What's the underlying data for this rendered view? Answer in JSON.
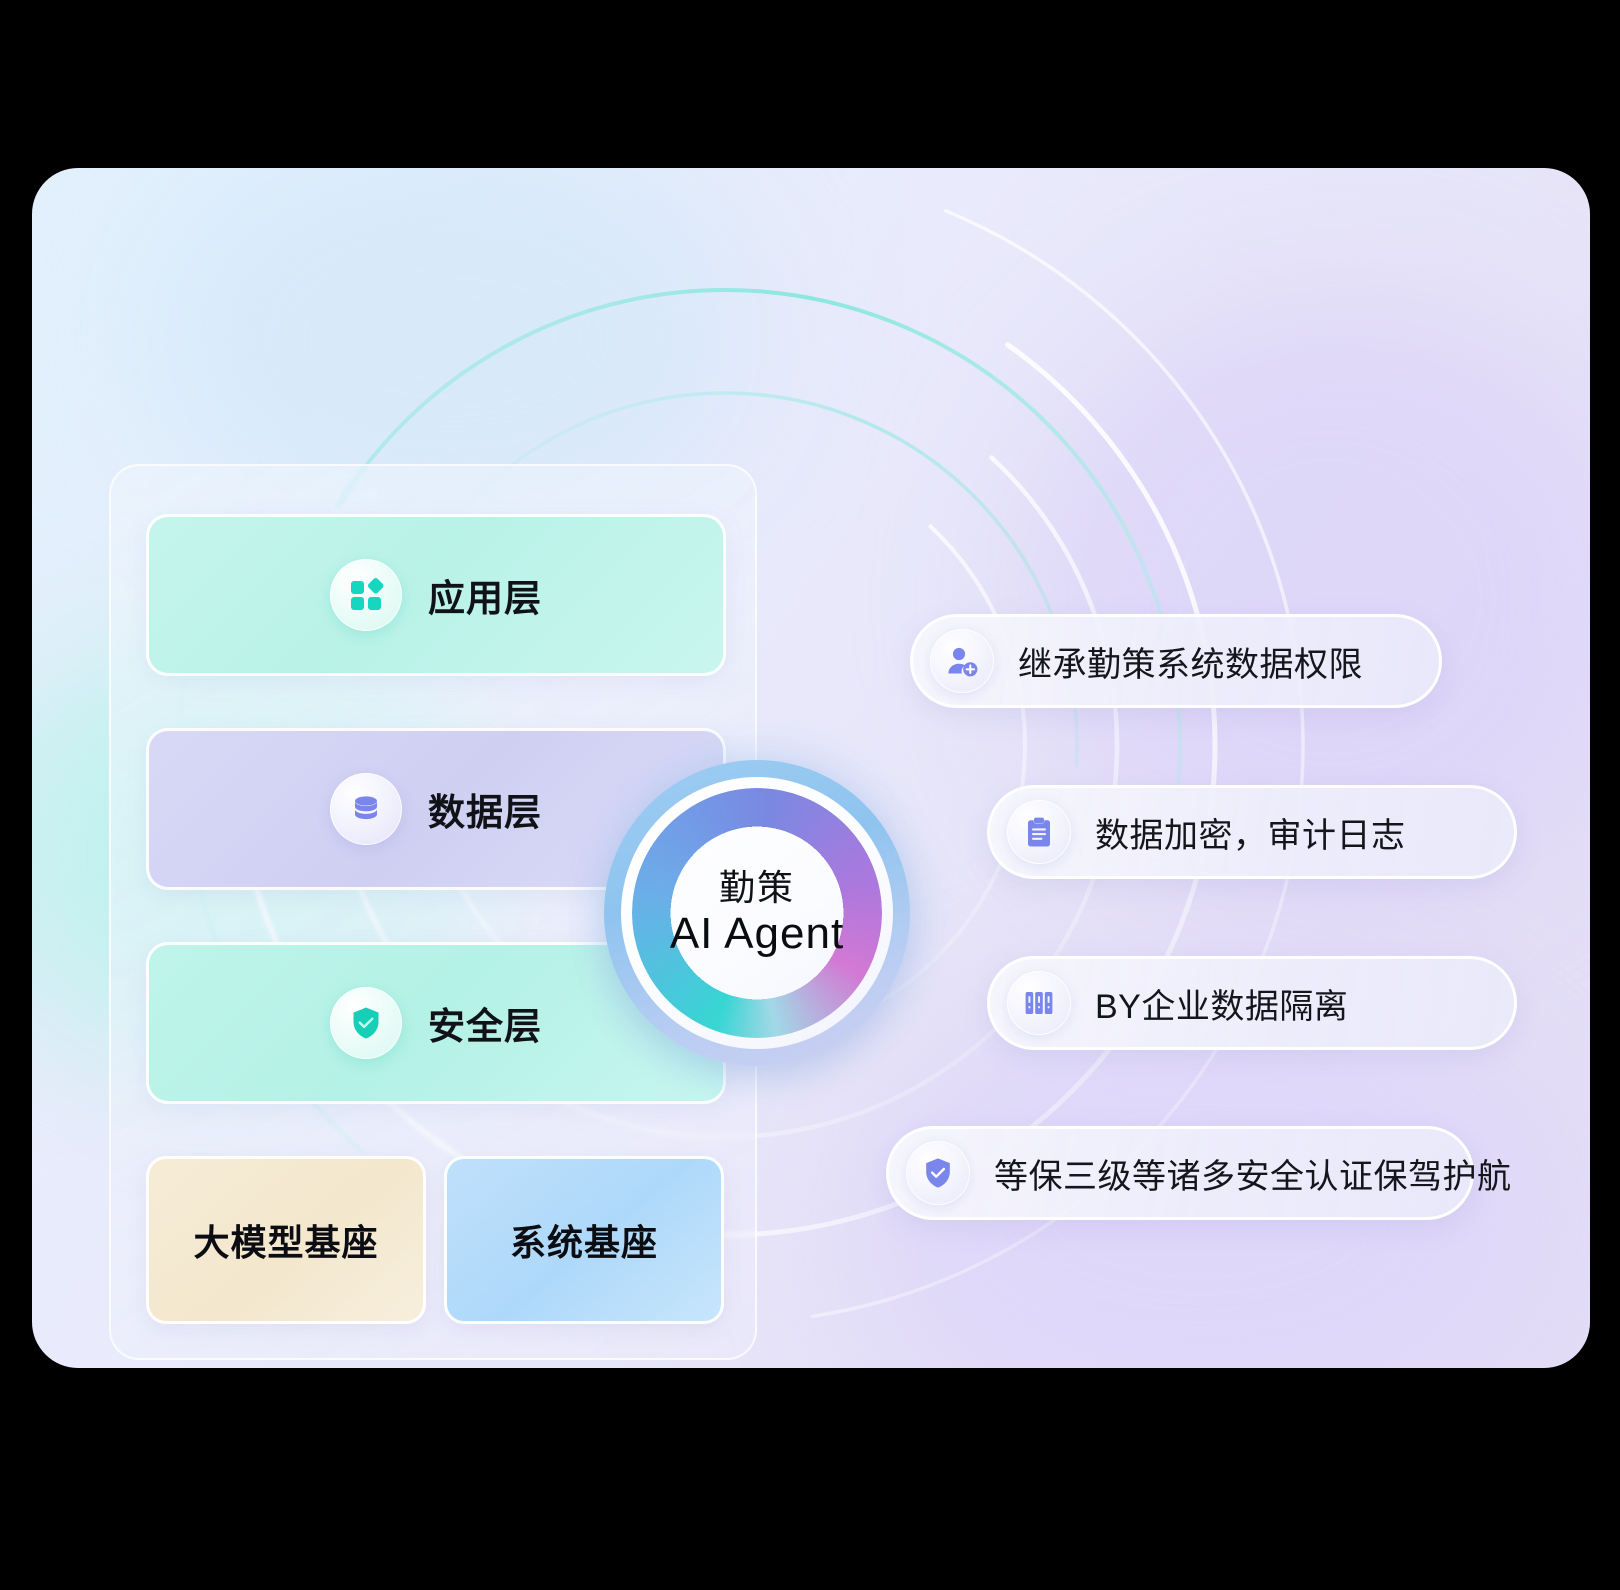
{
  "palette": {
    "page_background": "#000000",
    "card_blue": "#e4f0fb",
    "card_lavender": "#e3dcf6",
    "accent_teal": "#18d4bd",
    "accent_periwinkle": "#7b86ec",
    "cream": "#f3e7cd",
    "sky": "#aed8fa",
    "hub_ring_blue": "#8ec4ef",
    "text_dark": "#111217"
  },
  "hub": {
    "name": "center-hub",
    "title_cn": "勤策",
    "title_en": "AI Agent"
  },
  "architecture": {
    "panel_name": "architecture-stack-panel",
    "layers": [
      {
        "id": "application",
        "label": "应用层",
        "icon": "grid-apps-icon",
        "theme": "teal"
      },
      {
        "id": "data",
        "label": "数据层",
        "icon": "database-icon",
        "theme": "lavender"
      },
      {
        "id": "security",
        "label": "安全层",
        "icon": "shield-check-icon",
        "theme": "teal"
      }
    ],
    "foundations": [
      {
        "id": "large-model-base",
        "label": "大模型基座",
        "theme": "cream"
      },
      {
        "id": "system-base",
        "label": "系统基座",
        "theme": "blue"
      }
    ]
  },
  "features": [
    {
      "id": "data-permission",
      "label": "继承勤策系统数据权限",
      "icon": "user-add-icon"
    },
    {
      "id": "encryption-audit",
      "label": "数据加密，审计日志",
      "icon": "clipboard-icon"
    },
    {
      "id": "tenant-isolation",
      "label": "BY企业数据隔离",
      "icon": "server-rack-icon"
    },
    {
      "id": "certifications",
      "label": "等保三级等诸多安全认证保驾护航",
      "icon": "shield-check-icon"
    }
  ]
}
